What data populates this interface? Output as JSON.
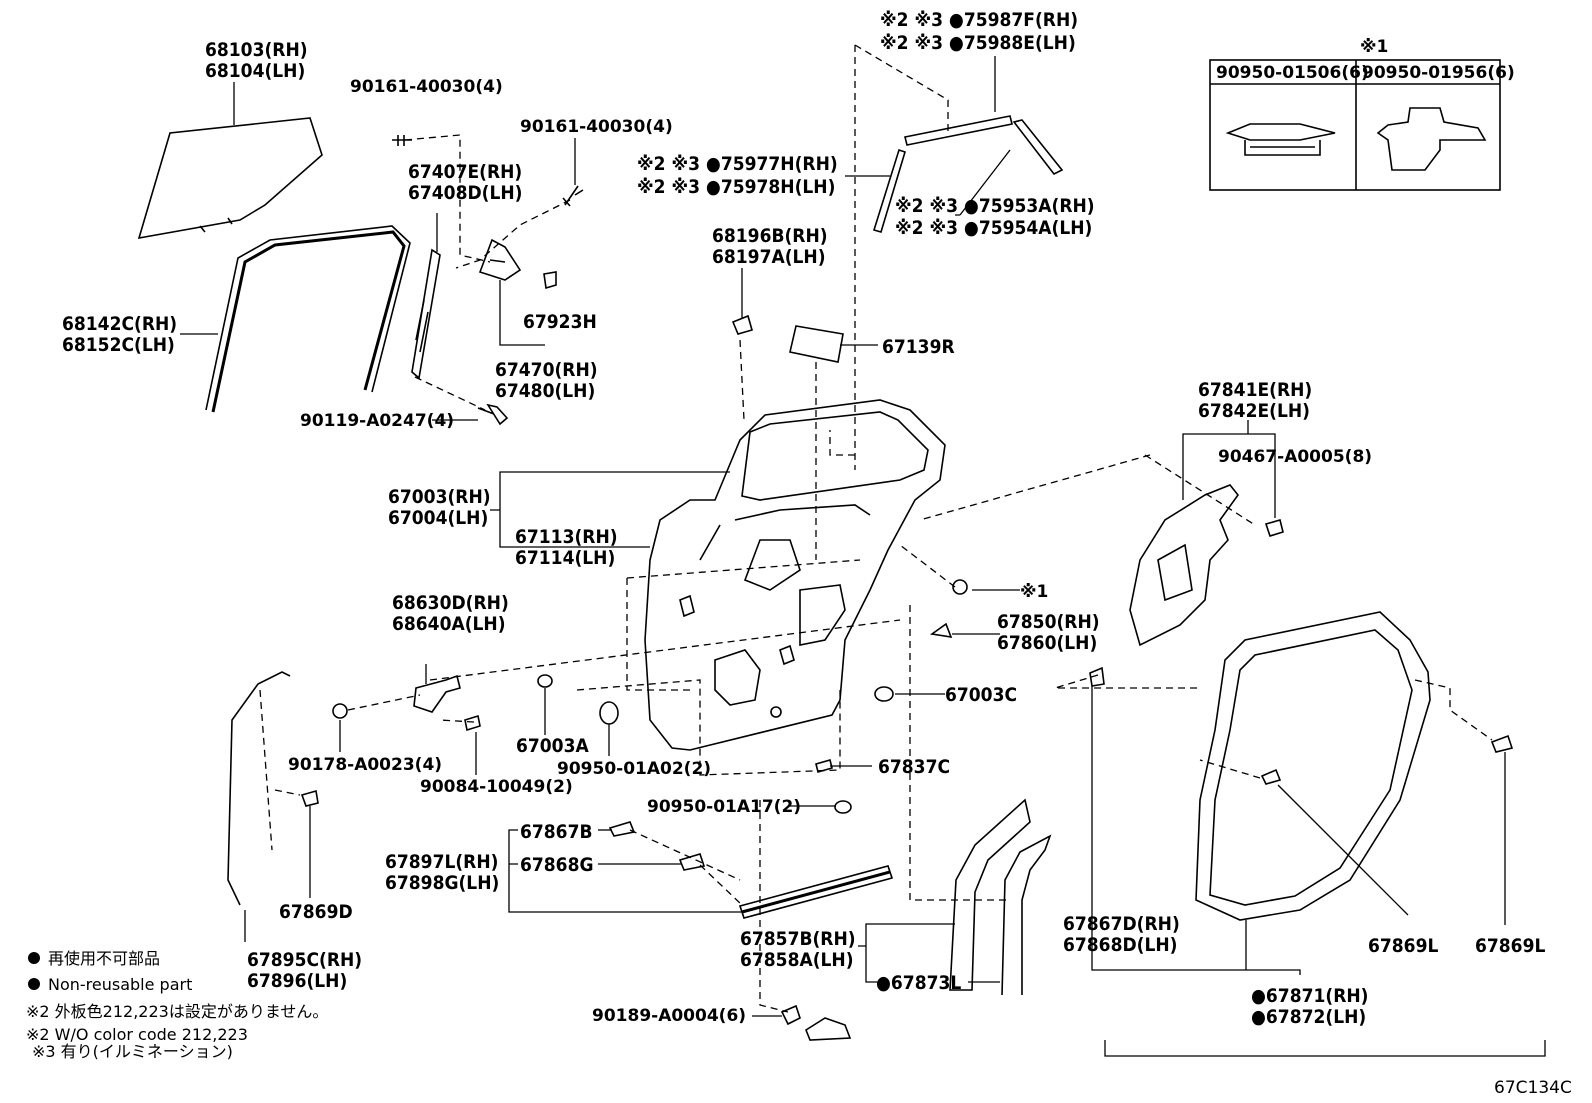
{
  "callouts": {
    "c68103": [
      "68103(RH)",
      "68104(LH)"
    ],
    "c90161a": [
      "90161-40030(4)"
    ],
    "c90161b": [
      "90161-40030(4)"
    ],
    "c67407": [
      "67407E(RH)",
      "67408D(LH)"
    ],
    "c67923": [
      "67923H"
    ],
    "c67470": [
      "67470(RH)",
      "67480(LH)"
    ],
    "c68142": [
      "68142C(RH)",
      "68152C(LH)"
    ],
    "c90119": [
      "90119-A0247(4)"
    ],
    "c75987": [
      "※2 ※3 ●75987F(RH)",
      "※2 ※3 ●75988E(LH)"
    ],
    "c75977": [
      "※2 ※3 ●75977H(RH)",
      "※2 ※3 ●75978H(LH)"
    ],
    "c75953": [
      "※2 ※3 ●75953A(RH)",
      "※2 ※3 ●75954A(LH)"
    ],
    "c68196": [
      "68196B(RH)",
      "68197A(LH)"
    ],
    "c67139": [
      "67139R"
    ],
    "c67841": [
      "67841E(RH)",
      "67842E(LH)"
    ],
    "c90467": [
      "90467-A0005(8)"
    ],
    "c67003": [
      "67003(RH)",
      "67004(LH)"
    ],
    "c67113": [
      "67113(RH)",
      "67114(LH)"
    ],
    "cx1": [
      "※1"
    ],
    "c68630": [
      "68630D(RH)",
      "68640A(LH)"
    ],
    "c67850": [
      "67850(RH)",
      "67860(LH)"
    ],
    "c67003C": [
      "67003C"
    ],
    "c67003A": [
      "67003A"
    ],
    "c90178": [
      "90178-A0023(4)"
    ],
    "c90084": [
      "90084-10049(2)"
    ],
    "c90950a02": [
      "90950-01A02(2)"
    ],
    "c67837": [
      "67837C"
    ],
    "c90950a17": [
      "90950-01A17(2)"
    ],
    "c67867B": [
      "67867B"
    ],
    "c67868G": [
      "67868G"
    ],
    "c67897": [
      "67897L(RH)",
      "67898G(LH)"
    ],
    "c67869D": [
      "67869D"
    ],
    "c67895": [
      "67895C(RH)",
      "67896(LH)"
    ],
    "c67857": [
      "67857B(RH)",
      "67858A(LH)"
    ],
    "c67873": [
      "●67873L"
    ],
    "c90189": [
      "90189-A0004(6)"
    ],
    "c67867D": [
      "67867D(RH)",
      "67868D(LH)"
    ],
    "c67869La": [
      "67869L"
    ],
    "c67869Lb": [
      "67869L"
    ],
    "c67871": [
      "●67871(RH)",
      "●67872(LH)"
    ]
  },
  "ref_table": {
    "note": "※1",
    "columns": [
      "90950-01506(6)",
      "90950-01956(6)"
    ]
  },
  "legend": {
    "nonreusable_jp": "再使用不可部品",
    "nonreusable_en": "Non-reusable part",
    "note2_jp": "※2 外板色212,223は設定がありません。",
    "note2_en": "※2 W/O color code 212,223",
    "note3": "※3 有り(イルミネーション)"
  },
  "figure_code": "67C134C"
}
